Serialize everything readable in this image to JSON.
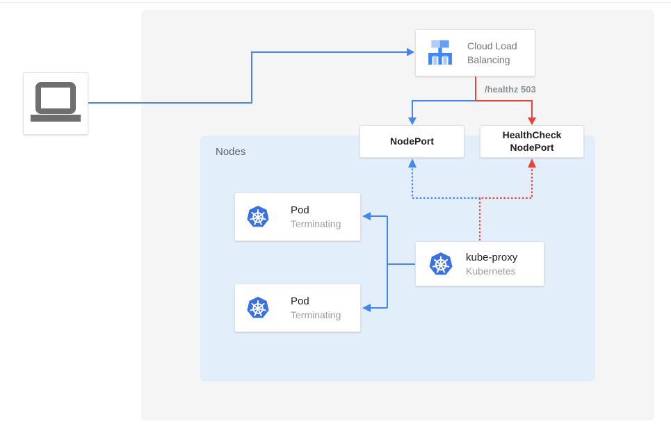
{
  "diagram": {
    "client": {
      "icon": "laptop-icon"
    },
    "clb": {
      "label": "Cloud Load Balancing",
      "icon": "load-balancer-icon"
    },
    "healthz": {
      "label": "/healthz 503"
    },
    "nodeport": {
      "label": "NodePort"
    },
    "hc_nodeport": {
      "label": "HealthCheck NodePort"
    },
    "nodes_group": {
      "label": "Nodes"
    },
    "pods": [
      {
        "title": "Pod",
        "subtitle": "Terminating",
        "icon": "kubernetes-icon"
      },
      {
        "title": "Pod",
        "subtitle": "Terminating",
        "icon": "kubernetes-icon"
      }
    ],
    "kube_proxy": {
      "title": "kube-proxy",
      "subtitle": "Kubernetes",
      "icon": "kubernetes-icon"
    }
  },
  "colors": {
    "flow_blue": "#4285f4",
    "flow_red": "#ea4335",
    "nodes_panel_bg": "#e2effb",
    "canvas_bg": "#f5f5f5",
    "card_border": "#e3e3e3",
    "k8s_blue": "#3970e4",
    "lb_blue_dark": "#4285f4",
    "lb_blue_mid": "#669df6",
    "lb_blue_light": "#aecbfa",
    "laptop_gray": "#6e6e6e",
    "text_dark": "#212121",
    "text_gray": "#9e9e9e",
    "clb_text": "#757575",
    "nodes_label": "#5f6368",
    "healthz_text": "#8b9197"
  }
}
